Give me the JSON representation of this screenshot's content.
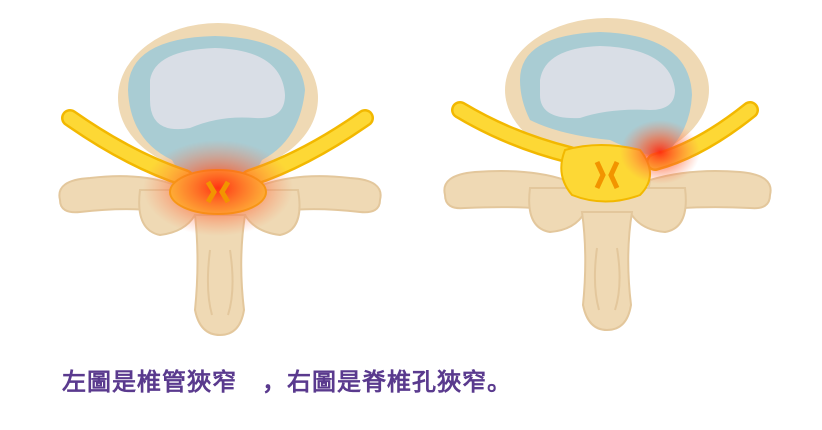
{
  "caption": "左圖是椎管狹窄　，右圖是脊椎孔狹窄。",
  "colors": {
    "bone": "#efd9b4",
    "bone_outline": "#e3c79c",
    "disc": "#a9ccd3",
    "disc_inner": "#d9dee6",
    "nerve": "#fdd835",
    "nerve_outline": "#f2b800",
    "inflammation": "#ff3b1f",
    "caption": "#5a3a8e"
  },
  "figures": [
    {
      "name": "spinal-canal-stenosis"
    },
    {
      "name": "foraminal-stenosis"
    }
  ]
}
